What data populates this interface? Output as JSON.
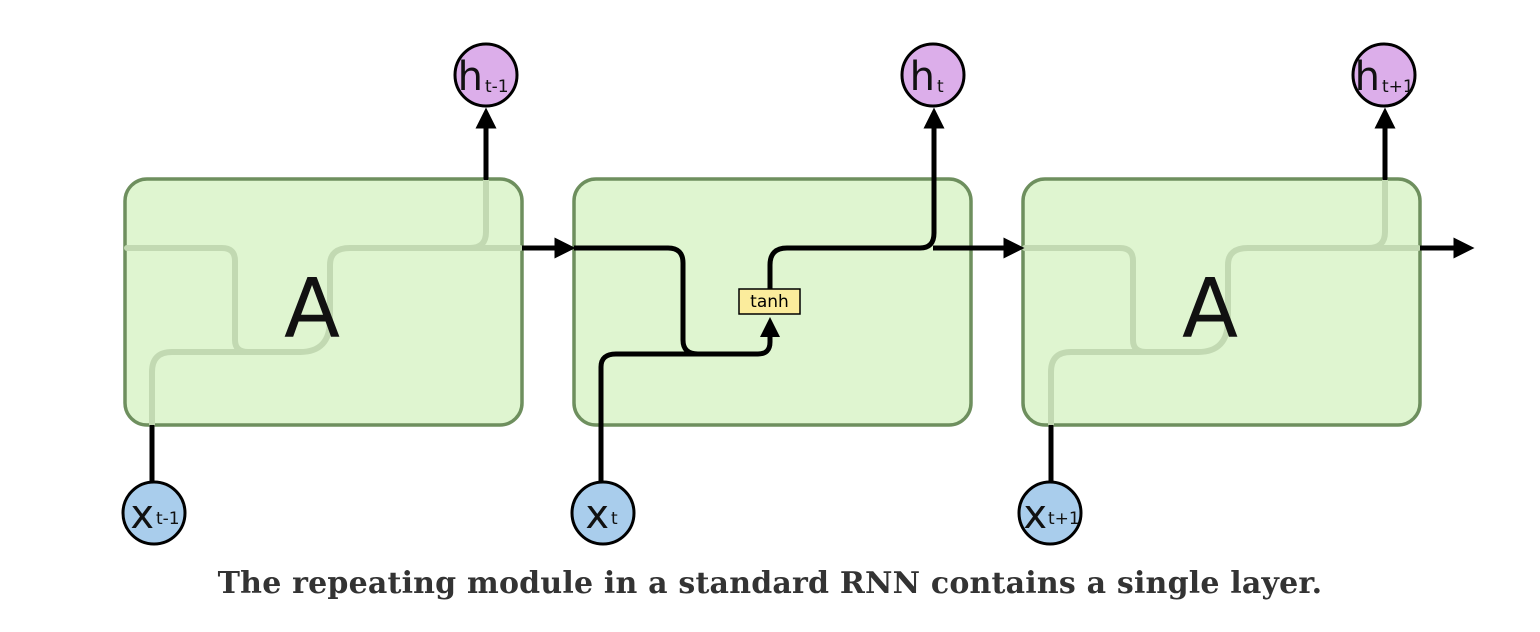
{
  "colors": {
    "module_fill": "#dff5d0",
    "module_stroke": "#6e8f5e",
    "hidden_fill": "#dcaeea",
    "input_fill": "#a9cdec",
    "tanh_fill": "#fbec9c",
    "line": "#000000"
  },
  "modules": [
    {
      "label": "A"
    },
    {
      "label": ""
    },
    {
      "label": "A"
    }
  ],
  "outputs": [
    {
      "base": "h",
      "sub": "t-1"
    },
    {
      "base": "h",
      "sub": "t"
    },
    {
      "base": "h",
      "sub": "t+1"
    }
  ],
  "inputs": [
    {
      "base": "x",
      "sub": "t-1"
    },
    {
      "base": "x",
      "sub": "t"
    },
    {
      "base": "x",
      "sub": "t+1"
    }
  ],
  "layer": {
    "label": "tanh"
  },
  "caption": "The repeating module in a standard RNN contains a single layer."
}
